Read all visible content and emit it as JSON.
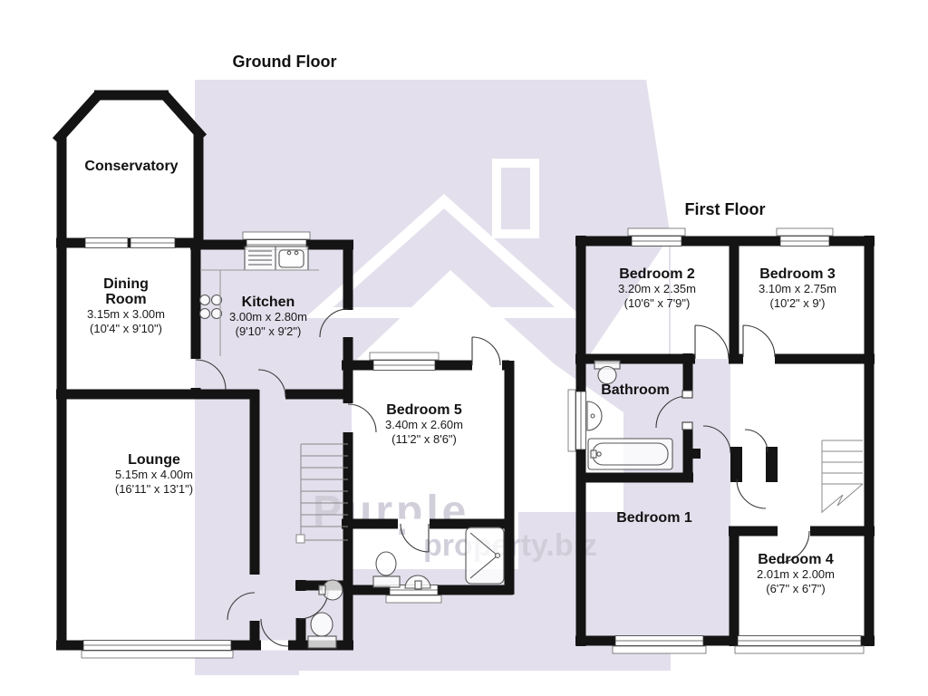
{
  "titles": {
    "ground_floor": "Ground Floor",
    "first_floor": "First Floor"
  },
  "rooms": {
    "conservatory": {
      "name": "Conservatory"
    },
    "dining_room": {
      "line1": "Dining",
      "line2": "Room",
      "metric": "3.15m x 3.00m",
      "imperial": "(10'4\" x 9'10\")"
    },
    "kitchen": {
      "name": "Kitchen",
      "metric": "3.00m x 2.80m",
      "imperial": "(9'10\" x 9'2\")"
    },
    "lounge": {
      "name": "Lounge",
      "metric": "5.15m x 4.00m",
      "imperial": "(16'11\" x 13'1\")"
    },
    "bedroom5": {
      "name": "Bedroom 5",
      "metric": "3.40m x 2.60m",
      "imperial": "(11'2\" x 8'6\")"
    },
    "bedroom2": {
      "name": "Bedroom 2",
      "metric": "3.20m x 2.35m",
      "imperial": "(10'6\" x 7'9\")"
    },
    "bedroom3": {
      "name": "Bedroom 3",
      "metric": "3.10m x 2.75m",
      "imperial": "(10'2\" x 9')"
    },
    "bathroom": {
      "name": "Bathroom"
    },
    "bedroom1": {
      "name": "Bedroom 1"
    },
    "bedroom4": {
      "name": "Bedroom 4",
      "metric": "2.01m x 2.00m",
      "imperial": "(6'7\" x 6'7\")"
    }
  },
  "watermark": {
    "brand": "Purple",
    "site": "property.biz"
  },
  "colors": {
    "wall": "#141414",
    "watermark_fill": "#e3dfec",
    "watermark_text": "#cfccd8",
    "fixture_stroke": "#555555",
    "background": "#ffffff"
  }
}
